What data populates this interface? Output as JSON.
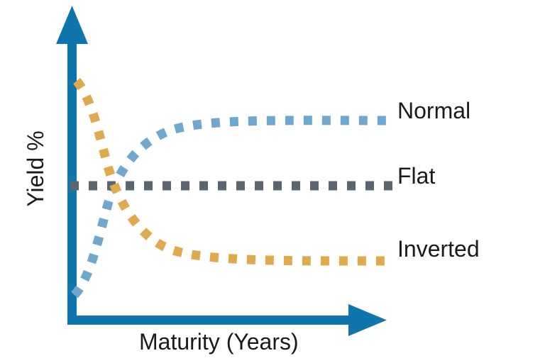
{
  "chart_data": {
    "type": "line",
    "title": "",
    "xlabel": "Maturity (Years)",
    "ylabel": "Yield %",
    "grid": false,
    "legend_position": "right-inline-labels",
    "axis_style": "arrow-axes",
    "xlim": [
      0,
      10
    ],
    "ylim": [
      0,
      10
    ],
    "x": [
      0,
      0.5,
      1,
      1.5,
      2,
      2.5,
      3,
      3.5,
      4,
      5,
      6,
      7,
      8,
      9,
      10
    ],
    "series": [
      {
        "name": "Normal",
        "color": "#6FA8CF",
        "style": "dotted-square",
        "values": [
          0.6,
          1.6,
          2.6,
          3.6,
          4.5,
          5.2,
          5.8,
          6.2,
          6.55,
          6.95,
          7.15,
          7.25,
          7.3,
          7.32,
          7.33
        ]
      },
      {
        "name": "Flat",
        "color": "#5B6670",
        "style": "dotted-square",
        "values": [
          5.1,
          5.1,
          5.1,
          5.1,
          5.1,
          5.1,
          5.1,
          5.1,
          5.1,
          5.1,
          5.1,
          5.1,
          5.1,
          5.1,
          5.1
        ]
      },
      {
        "name": "Inverted",
        "color": "#E0A94E",
        "style": "dotted-square",
        "values": [
          9.6,
          8.6,
          7.6,
          6.6,
          5.7,
          5.0,
          4.4,
          4.0,
          3.65,
          3.25,
          3.05,
          2.95,
          2.9,
          2.88,
          2.87
        ]
      }
    ],
    "annotations": [
      {
        "text": "Normal",
        "attached_to": "Normal"
      },
      {
        "text": "Flat",
        "attached_to": "Flat"
      },
      {
        "text": "Inverted",
        "attached_to": "Inverted"
      }
    ]
  },
  "colors": {
    "axis": "#0E76AD",
    "normal": "#6FA8CF",
    "flat": "#5B6670",
    "inverted": "#E0A94E",
    "text": "#1a1a1a",
    "background": "#ffffff"
  },
  "labels": {
    "normal": "Normal",
    "flat": "Flat",
    "inverted": "Inverted",
    "x_axis": "Maturity (Years)",
    "y_axis": "Yield %"
  }
}
